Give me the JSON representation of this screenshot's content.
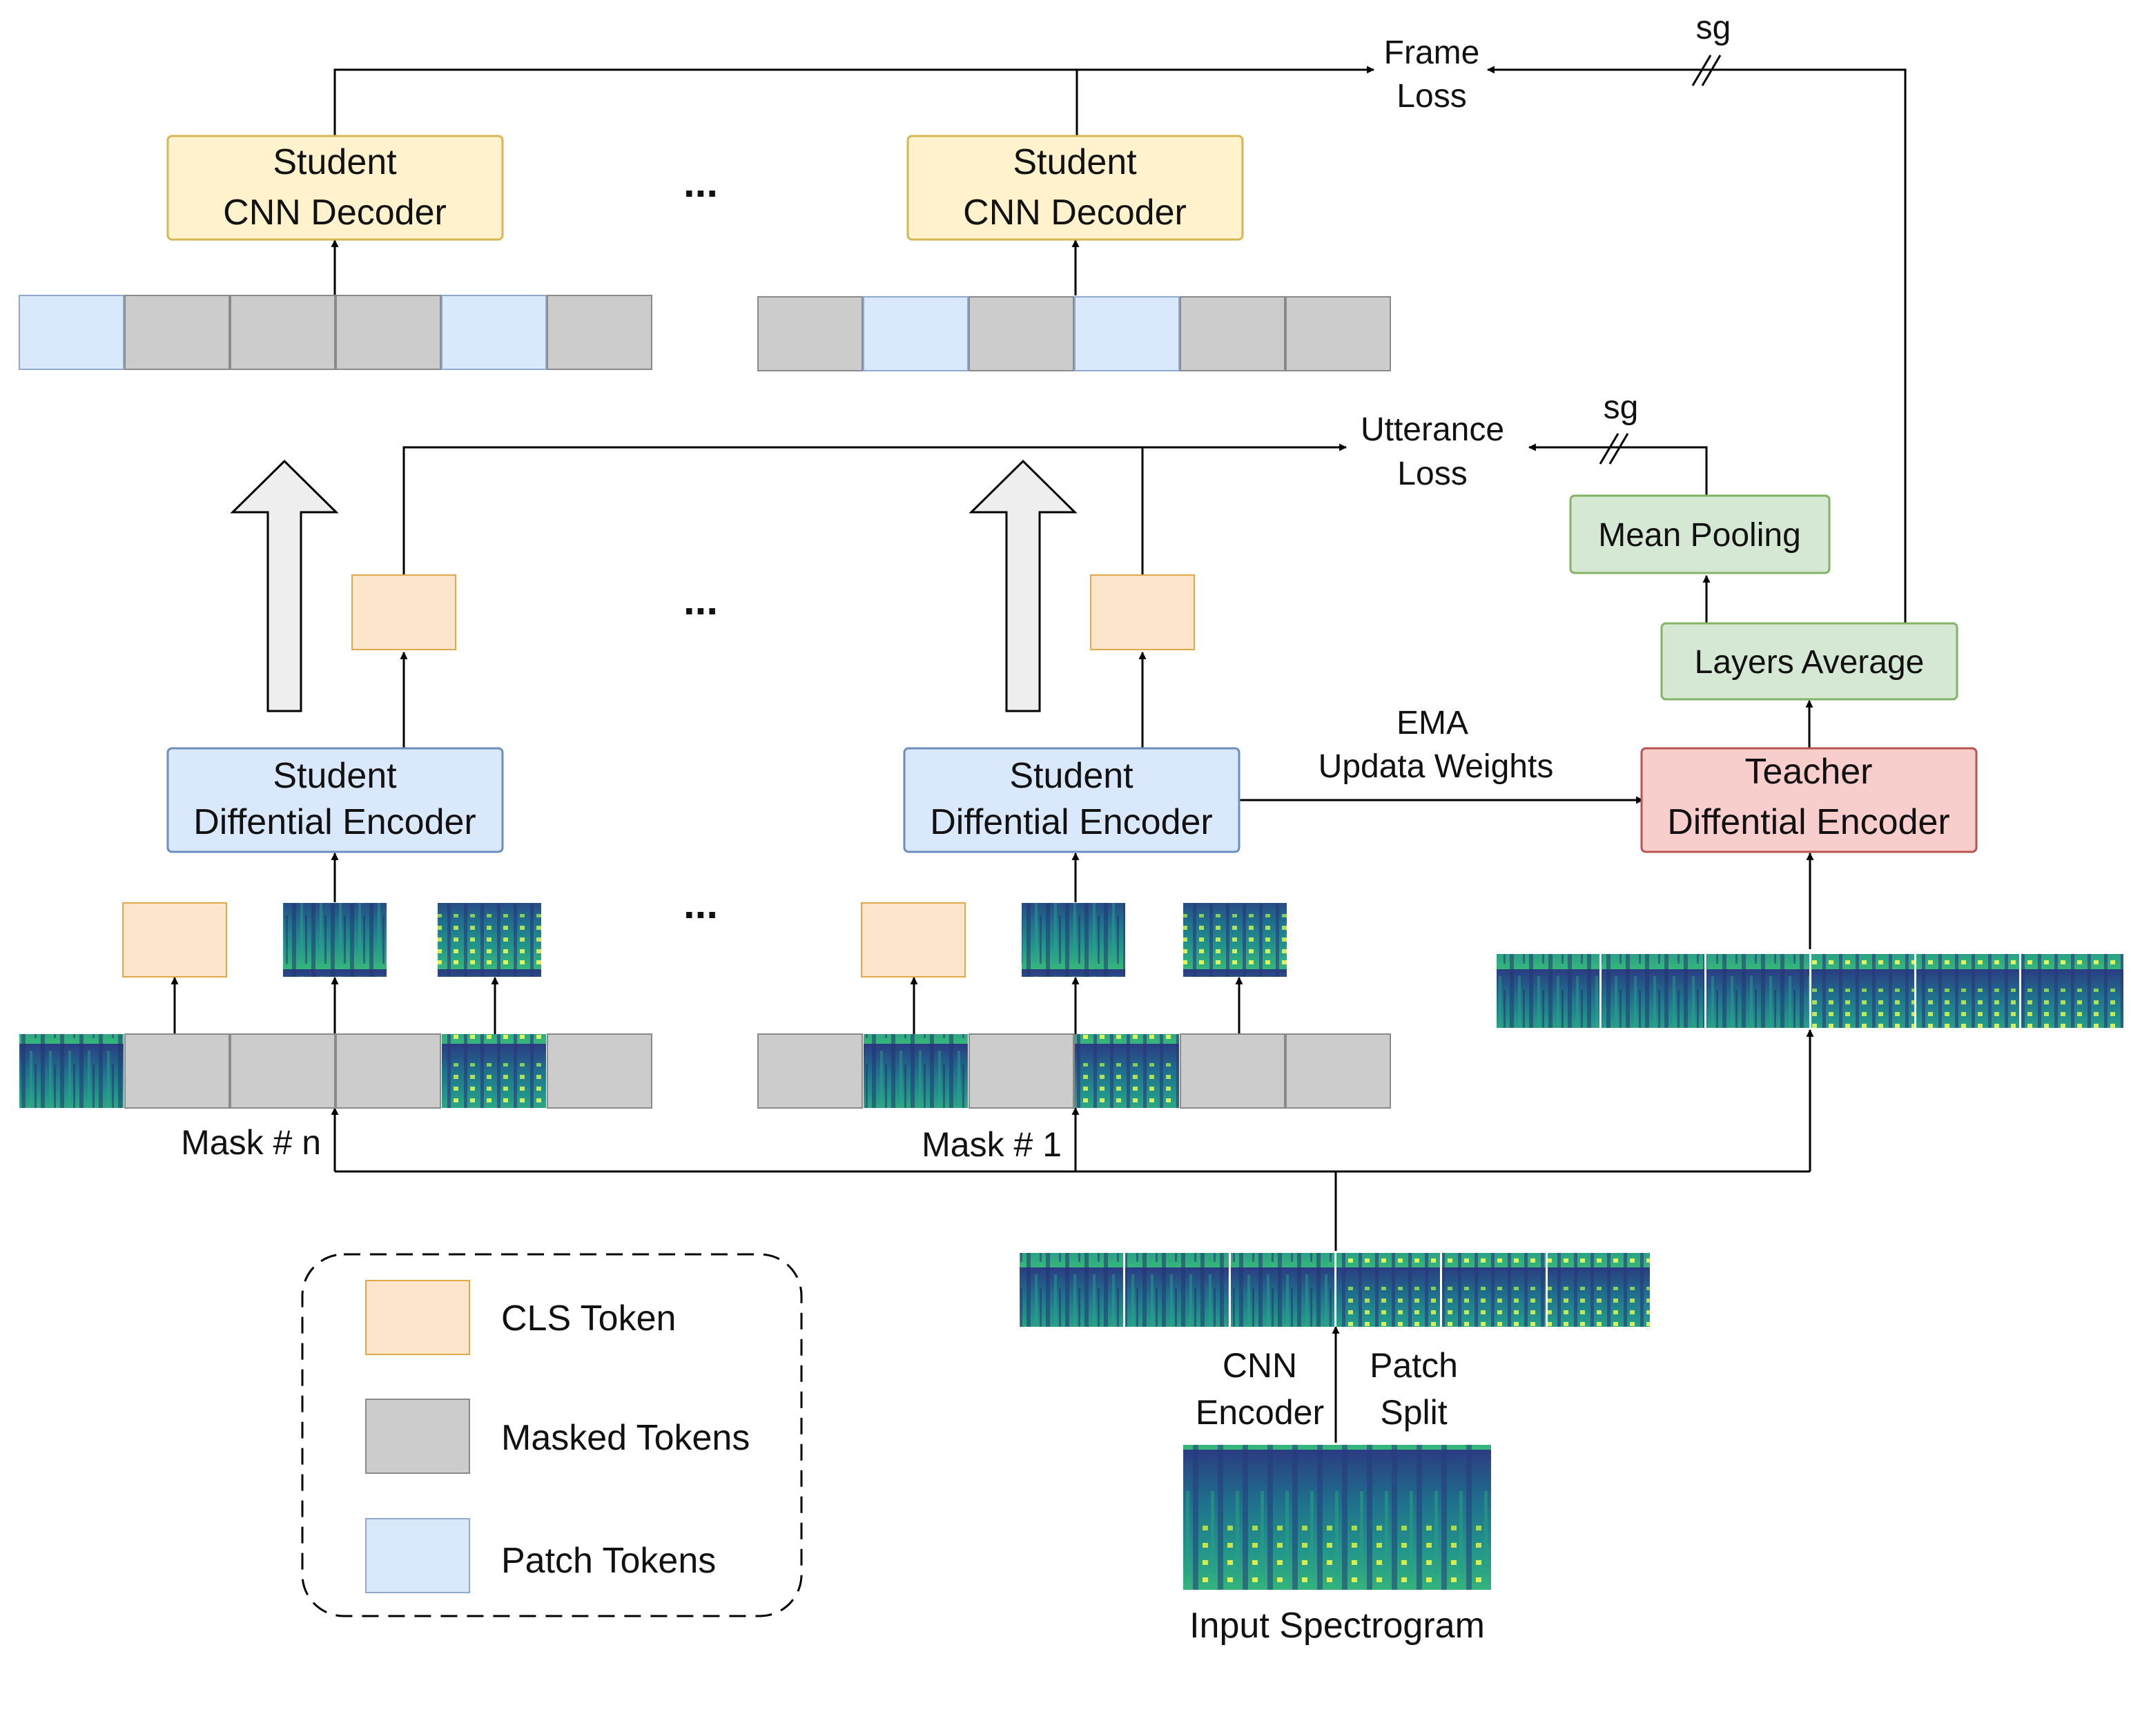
{
  "diagram": {
    "frame_loss": [
      "Frame",
      "Loss"
    ],
    "utterance_loss": [
      "Utterance",
      "Loss"
    ],
    "stop_grad": "sg",
    "ellipsis": "...",
    "student_decoder": [
      "Student",
      "CNN Decoder"
    ],
    "student_encoder": [
      "Student",
      "Diffential Encoder"
    ],
    "teacher_encoder": [
      "Teacher",
      "Diffential Encoder"
    ],
    "mean_pooling": "Mean Pooling",
    "layers_average": "Layers Average",
    "ema": [
      "EMA",
      "Updata Weights"
    ],
    "mask_n": "Mask # n",
    "mask_1": "Mask # 1",
    "cnn_encoder": [
      "CNN",
      "Encoder"
    ],
    "patch_split": [
      "Patch",
      "Split"
    ],
    "input_spectrogram": "Input Spectrogram"
  },
  "legend": {
    "items": [
      {
        "label": "CLS Token",
        "color": "#FDE5CC",
        "border": "#E0A84A"
      },
      {
        "label": "Masked Tokens",
        "color": "#CCCCCC",
        "border": "#8A8A8A"
      },
      {
        "label": "Patch Tokens",
        "color": "#DAE8FC",
        "border": "#8FA9CF"
      }
    ]
  },
  "colors": {
    "decoder_fill": "#FFF2CC",
    "decoder_stroke": "#D6B656",
    "encoder_fill": "#DAE8FC",
    "encoder_stroke": "#6C8EBF",
    "teacher_fill": "#F8CECC",
    "teacher_stroke": "#B85450",
    "green_fill": "#D5E8D4",
    "green_stroke": "#82B366",
    "spectro_dark": "#2A3A7A",
    "spectro_mid": "#1F8A8A",
    "spectro_bright": "#8FD44A"
  }
}
